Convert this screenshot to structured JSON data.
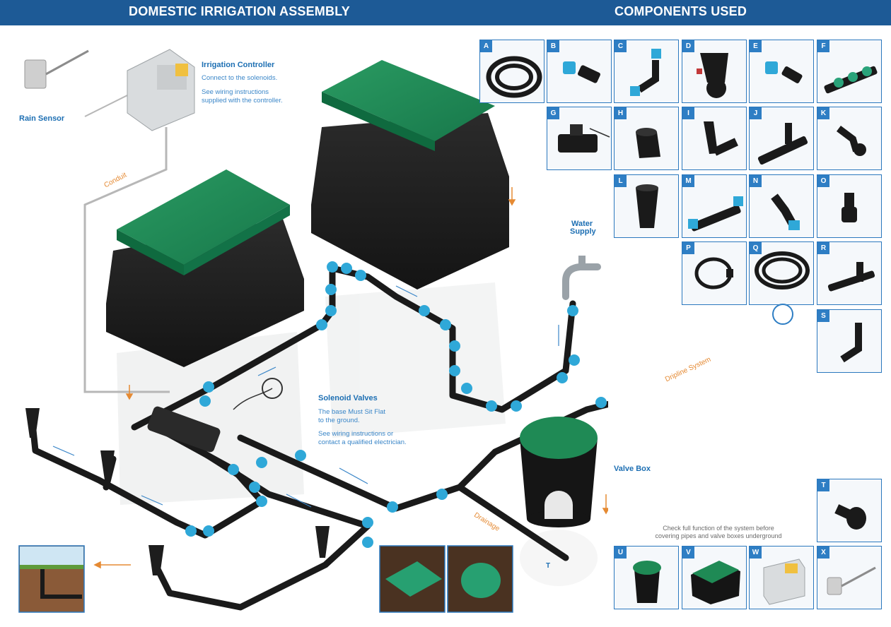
{
  "header": {
    "left_title": "DOMESTIC IRRIGATION ASSEMBLY",
    "right_title": "COMPONENTS USED"
  },
  "labels": {
    "rain_sensor": "Rain Sensor",
    "controller_title": "Irrigation Controller",
    "controller_line1": "Connect to the solenoids.",
    "controller_line2a": "See wiring instructions",
    "controller_line2b": "supplied with the controller.",
    "conduit": "Conduit",
    "water_supply_a": "Water",
    "water_supply_b": "Supply",
    "solenoid_title": "Solenoid Valves",
    "solenoid_line1a": "The base Must Sit Flat",
    "solenoid_line1b": "to the ground.",
    "solenoid_line2a": "See wiring instructions or",
    "solenoid_line2b": "contact a qualified electrician.",
    "dripline": "Dripline System",
    "valve_box": "Valve Box",
    "drainage": "Drainage",
    "t_marker": "T",
    "check_line1": "Check full function of the system before",
    "check_line2": "covering pipes and valve boxes underground"
  },
  "components": [
    {
      "letter": "A",
      "icon": "coiled-pipe-icon"
    },
    {
      "letter": "B",
      "icon": "straight-connector-icon"
    },
    {
      "letter": "C",
      "icon": "elbow-connector-icon"
    },
    {
      "letter": "D",
      "icon": "filter-icon"
    },
    {
      "letter": "E",
      "icon": "adapter-icon"
    },
    {
      "letter": "F",
      "icon": "manifold-icon"
    },
    {
      "letter": "G",
      "icon": "solenoid-valve-icon"
    },
    {
      "letter": "H",
      "icon": "reducer-icon"
    },
    {
      "letter": "I",
      "icon": "y-filter-icon"
    },
    {
      "letter": "J",
      "icon": "tee-connector-icon"
    },
    {
      "letter": "K",
      "icon": "barbed-elbow-icon"
    },
    {
      "letter": "L",
      "icon": "popup-sprinkler-icon"
    },
    {
      "letter": "M",
      "icon": "compression-tee-icon"
    },
    {
      "letter": "N",
      "icon": "compression-elbow-icon"
    },
    {
      "letter": "O",
      "icon": "barbed-adapter-icon"
    },
    {
      "letter": "P",
      "icon": "pipe-clamp-icon"
    },
    {
      "letter": "Q",
      "icon": "dripline-coil-icon"
    },
    {
      "letter": "R",
      "icon": "barbed-tee-icon"
    },
    {
      "letter": "S",
      "icon": "barbed-elbow-riser-icon"
    },
    {
      "letter": "T",
      "icon": "end-cap-icon"
    },
    {
      "letter": "U",
      "icon": "round-valve-box-icon"
    },
    {
      "letter": "V",
      "icon": "rectangular-valve-box-icon"
    },
    {
      "letter": "W",
      "icon": "controller-icon"
    },
    {
      "letter": "X",
      "icon": "rain-sensor-icon"
    }
  ],
  "colors": {
    "header_bg": "#1d5a96",
    "accent_blue": "#2e7ec4",
    "lid_green": "#1f8a55",
    "orange": "#e58a33"
  }
}
